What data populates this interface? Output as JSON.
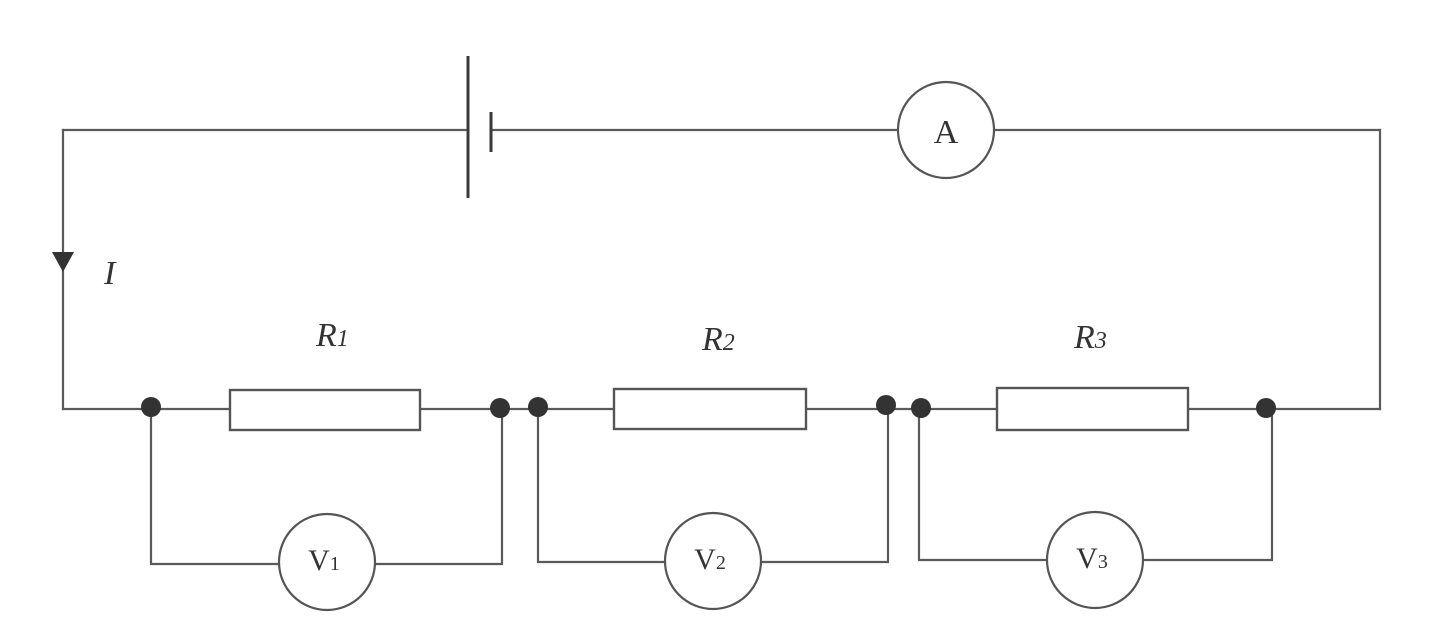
{
  "diagram": {
    "ammeter_label": "A",
    "current_label": "I",
    "resistors": [
      {
        "name": "R",
        "sub": "1"
      },
      {
        "name": "R",
        "sub": "2"
      },
      {
        "name": "R",
        "sub": "3"
      }
    ],
    "voltmeters": [
      {
        "name": "V",
        "sub": "1"
      },
      {
        "name": "V",
        "sub": "2"
      },
      {
        "name": "V",
        "sub": "3"
      }
    ],
    "colors": {
      "wire": "#5a5a5a",
      "node": "#333333",
      "background": "#ffffff"
    }
  }
}
